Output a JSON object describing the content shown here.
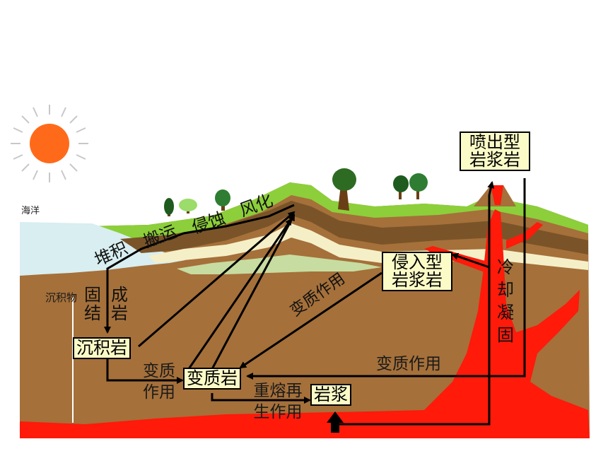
{
  "labels": {
    "ocean": "海洋",
    "sediment": "沉积物",
    "deposition": "堆积",
    "transport": "搬运",
    "erosion": "侵蚀",
    "weathering": "风化",
    "consolidation_a": "固结",
    "consolidation_b": "成岩",
    "metamorphism_1": "变质作用",
    "metamorphism_2": "变质作用",
    "metamorphism_3": "变质作用",
    "remelting": "重熔再生作用",
    "cooling": "冷却凝固"
  },
  "boxes": {
    "extrusive": "喷出型岩浆岩",
    "intrusive": "侵入型岩浆岩",
    "sedimentary": "沉积岩",
    "metamorphic": "变质岩",
    "magma": "岩浆"
  },
  "colors": {
    "sun": "#ff6a1a",
    "ocean": "#d8eef0",
    "soil": "#a5703a",
    "magma": "#ff1a0a",
    "grass": "#8ccf3a",
    "box_fill": "#fbfbc8"
  }
}
